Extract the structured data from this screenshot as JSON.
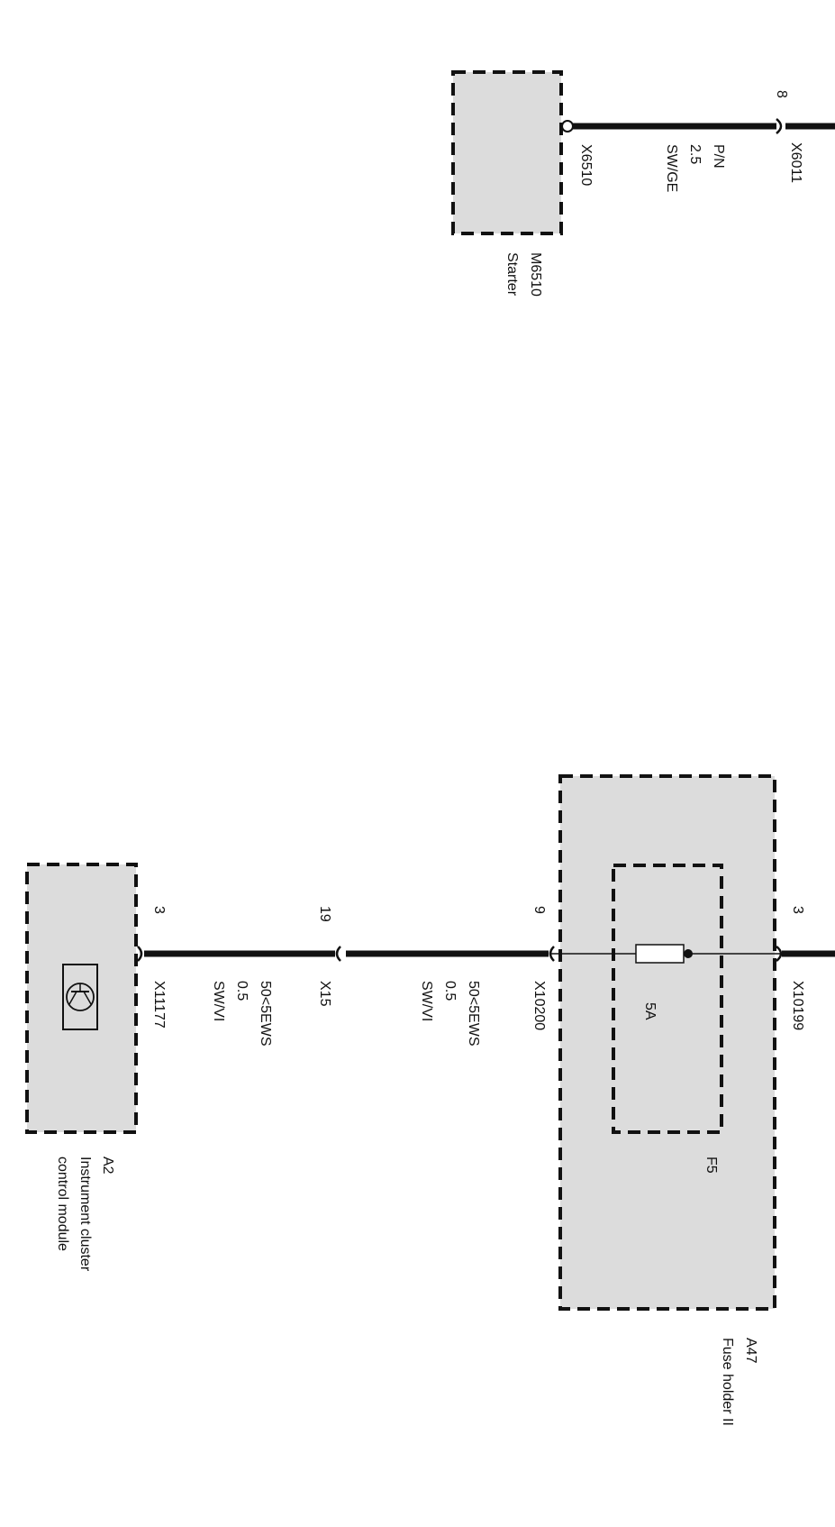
{
  "colors": {
    "wire": "#111111",
    "component_fill": "#dcdcdc",
    "background": "#ffffff"
  },
  "components": {
    "starter": {
      "id": "M6510",
      "name": "Starter",
      "connector": "X6510"
    },
    "fuse_holder": {
      "id": "A47",
      "name": "Fuse holder II",
      "fuse_id": "F5",
      "fuse_rating": "5A"
    },
    "instrument_cluster": {
      "id": "A2",
      "name_line1": "Instrument cluster",
      "name_line2": "control module",
      "icon": "transistor-icon"
    }
  },
  "connectors": {
    "x6011": {
      "id": "X6011",
      "pin": "8"
    },
    "x10199": {
      "id": "X10199",
      "pin": "3"
    },
    "x10200": {
      "id": "X10200",
      "pin": "9"
    },
    "x15": {
      "id": "X15",
      "pin": "19"
    },
    "x11177": {
      "id": "X11177",
      "pin": "3"
    }
  },
  "wires": {
    "starter_wire": {
      "signal": "P/N",
      "gauge": "2.5",
      "color": "SW/GE"
    },
    "fuse_to_x15": {
      "signal": "50<5EWS",
      "gauge": "0.5",
      "color": "SW/VI"
    },
    "x15_to_cluster": {
      "signal": "50<5EWS",
      "gauge": "0.5",
      "color": "SW/VI"
    }
  }
}
